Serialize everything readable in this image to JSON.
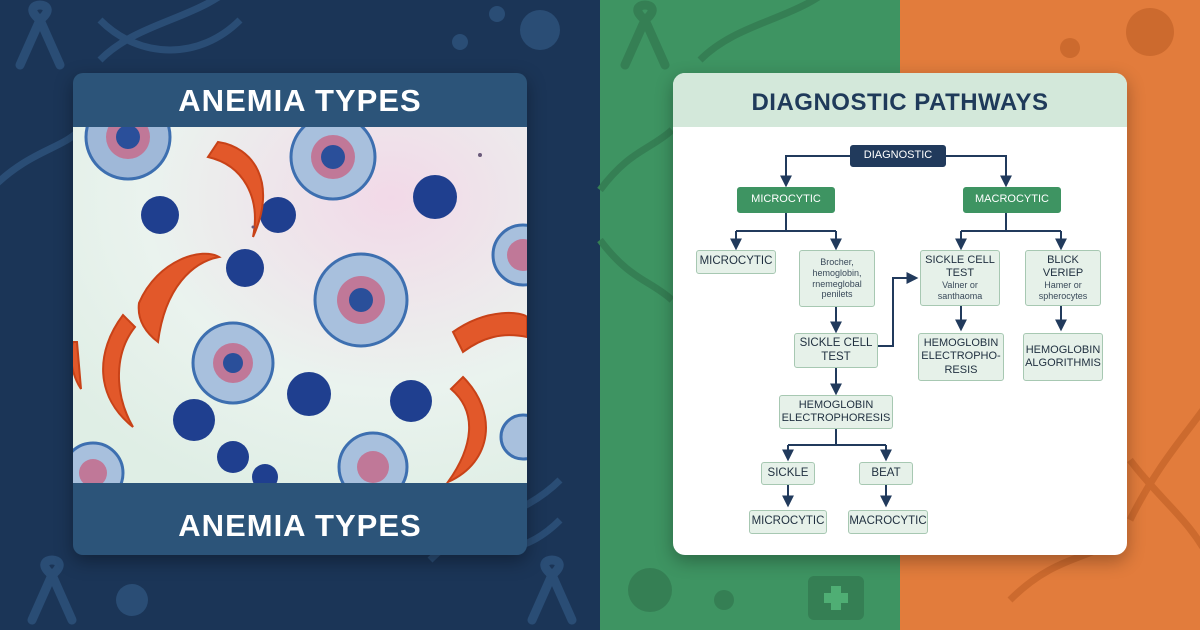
{
  "left_panel": {
    "title_top": "ANEMIA TYPES",
    "title_bottom": "ANEMIA TYPES"
  },
  "right_panel": {
    "title": "DIAGNOSTIC PATHWAYS",
    "flowchart": {
      "root": "DIAGNOSTIC",
      "branch_left": "MICROCYTIC",
      "branch_right": "MACROCYTIC",
      "left_child_1": "MICROCYTIC",
      "left_child_2_lines": [
        "Brocher,",
        "hemoglobin,",
        "rnemeglobal",
        "penilets"
      ],
      "sickle_test_lines": [
        "SICKLE CELL",
        "TEST"
      ],
      "hemoglobin_electrophoresis_lines": [
        "HEMOGLOBIN",
        "ELECTROPHORESIS"
      ],
      "leaf_sickle": "SICKLE",
      "leaf_beat": "BEAT",
      "leaf_microcytic": "MICROCYTIC",
      "leaf_macrocytic": "MACROCYTIC",
      "right_sickle_lines": [
        "SICKLE CELL",
        "TEST",
        "Valner or",
        "santhaoma"
      ],
      "right_blick_lines": [
        "BLICK",
        "VERIEP",
        "Hamer or",
        "spherocytes"
      ],
      "right_electro_lines": [
        "HEMOGLOBIN",
        "ELECTROPHO-",
        "RESIS"
      ],
      "right_algo_lines": [
        "HEMOGLOBIN",
        "ALGORITHMIS"
      ]
    }
  },
  "colors": {
    "navy": "#1b3557",
    "green": "#3e9462",
    "orange": "#e27c3c",
    "card_blue": "#2c5479",
    "header_mint": "#d3e8da",
    "node_dark": "#213a5c"
  },
  "icons": [
    "awareness-ribbon-icon",
    "dna-helix-icon",
    "virus-icon",
    "medical-kit-icon",
    "smiling-virus-icon"
  ]
}
